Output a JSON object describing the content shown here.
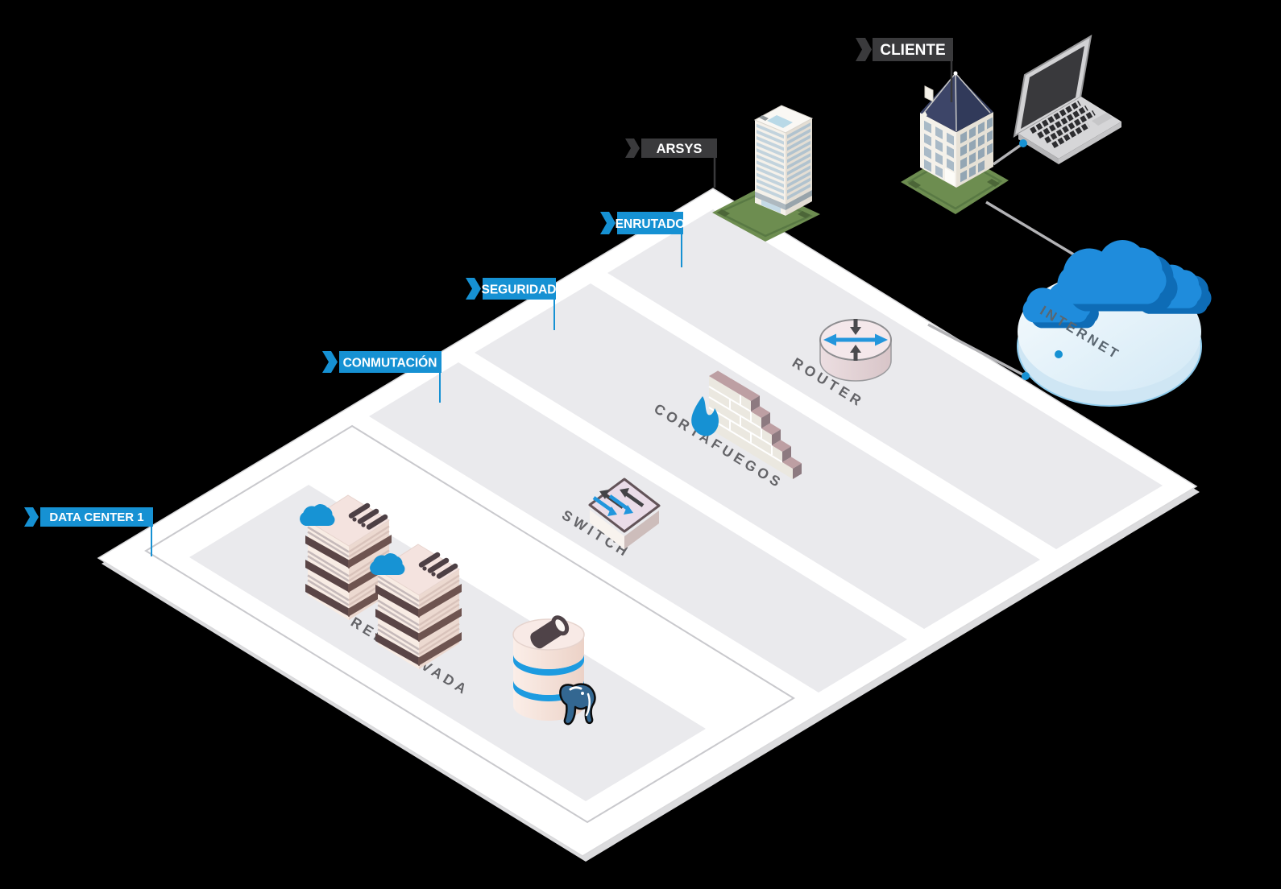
{
  "flags": {
    "data_center_1": "DATA CENTER 1",
    "conmutacion": "CONMUTACIÓN",
    "seguridad": "SEGURIDAD",
    "enrutado": "ENRUTADO",
    "arsys": "ARSYS",
    "cliente": "CLIENTE"
  },
  "labels": {
    "router": "ROUTER",
    "cortafuegos": "CORTAFUEGOS",
    "switch": "SWITCH",
    "red_privada": "RED PRIVADA",
    "internet": "INTERNET"
  },
  "icons": {
    "router": "router-cylinder-icon",
    "firewall": "brick-wall-flame-icon",
    "switch": "switch-box-icon",
    "server": "server-stack-icon",
    "cloud_badge": "cloud-icon",
    "database": "database-cylinder-icon",
    "postgresql": "postgresql-elephant-icon",
    "internet_cloud": "cloud-cluster-icon",
    "arsys_building": "office-tower-icon",
    "cliente_building": "client-building-icon",
    "laptop": "laptop-icon"
  },
  "colors": {
    "accent_blue": "#1691d3",
    "flag_dark": "#3a3a3c",
    "lane_gray": "#eaeaed",
    "label_gray": "#646468",
    "cloud_blue": "#1f8cdc",
    "postgres_blue": "#336791",
    "base_green": "#6d8d50"
  }
}
